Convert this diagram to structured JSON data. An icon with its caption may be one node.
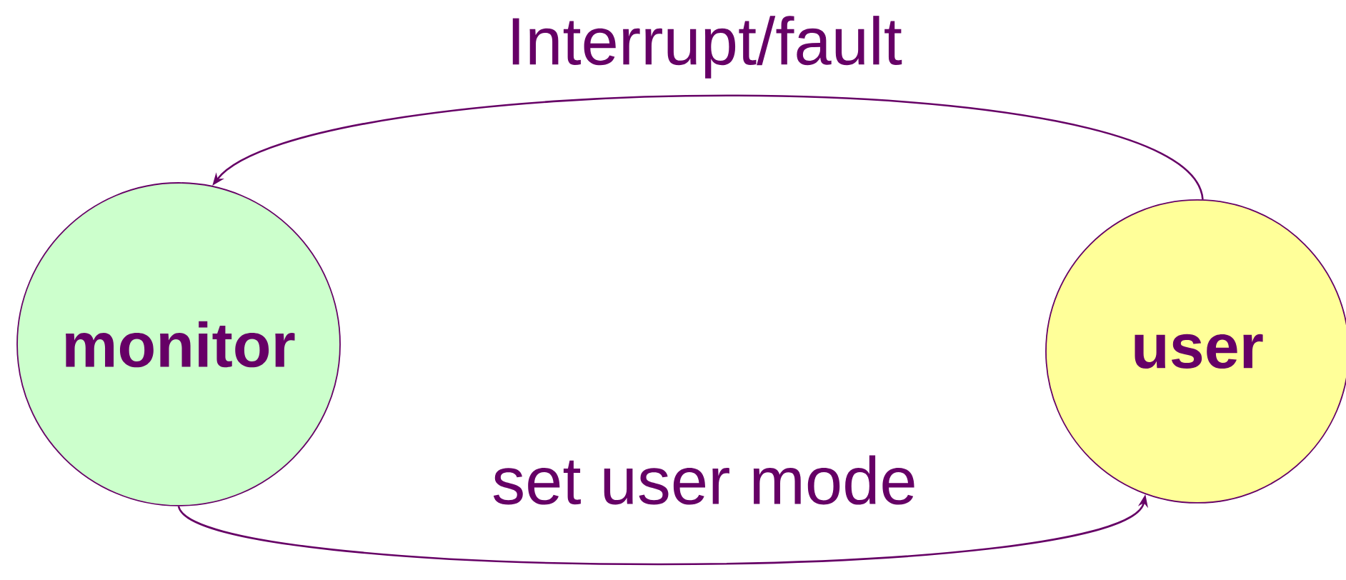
{
  "diagram": {
    "nodes": [
      {
        "text": [
          "monitor"
        ]
      },
      {
        "text": [
          "user"
        ]
      }
    ],
    "edges": [
      {
        "from": 1,
        "to": 0,
        "arrow": "to",
        "label": "Interrupt/fault"
      },
      {
        "from": 0,
        "to": 1,
        "arrow": "to",
        "label": "set user mode"
      }
    ]
  }
}
